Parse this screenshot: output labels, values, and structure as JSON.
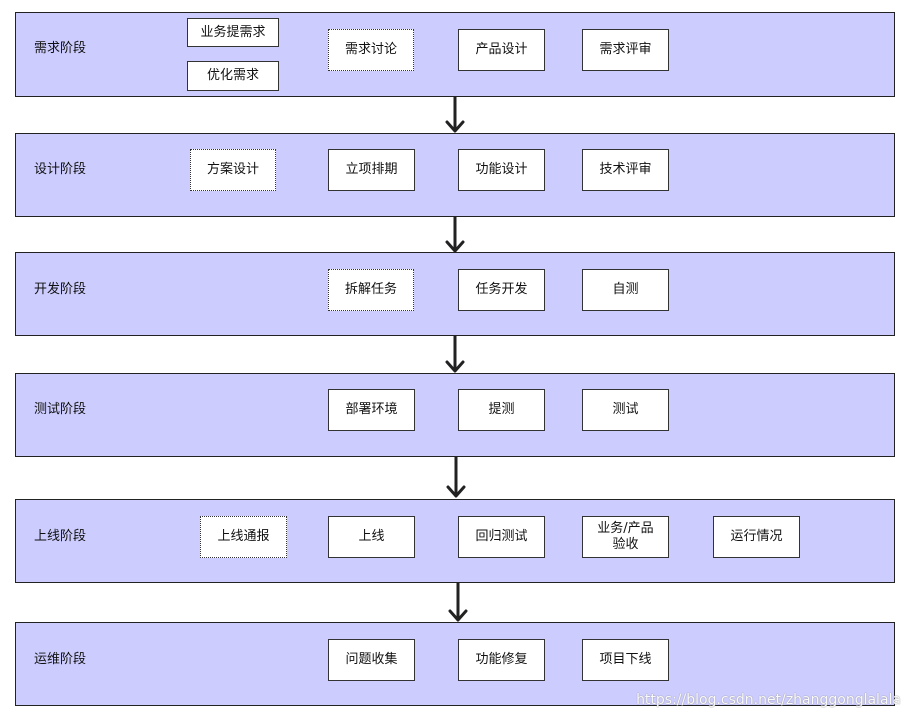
{
  "stages": [
    {
      "label": "需求阶段",
      "nodes": [
        "业务提需求",
        "优化需求",
        "需求讨论",
        "产品设计",
        "需求评审"
      ]
    },
    {
      "label": "设计阶段",
      "nodes": [
        "方案设计",
        "立项排期",
        "功能设计",
        "技术评审"
      ]
    },
    {
      "label": "开发阶段",
      "nodes": [
        "拆解任务",
        "任务开发",
        "自测"
      ]
    },
    {
      "label": "测试阶段",
      "nodes": [
        "部署环境",
        "提测",
        "测试"
      ]
    },
    {
      "label": "上线阶段",
      "nodes": [
        "上线通报",
        "上线",
        "回归测试",
        "业务/产品验收",
        "运行情况"
      ]
    },
    {
      "label": "运维阶段",
      "nodes": [
        "问题收集",
        "功能修复",
        "项目下线"
      ]
    }
  ],
  "watermark": "https://blog.csdn.net/zhanggonglalala",
  "colors": {
    "band": "#ccccff",
    "box": "#ffffff",
    "line": "#222222"
  }
}
